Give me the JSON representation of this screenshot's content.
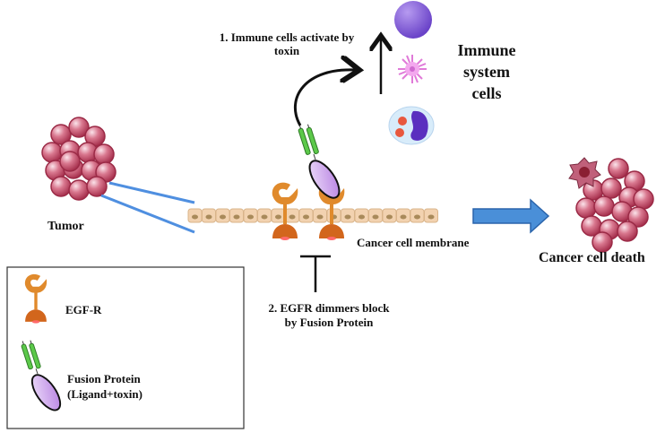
{
  "labels": {
    "step1_line1": "1. Immune cells activate by",
    "step1_line2": "toxin",
    "immune_line1": "Immune",
    "immune_line2": "system",
    "immune_line3": "cells",
    "tumor": "Tumor",
    "membrane": "Cancer cell membrane",
    "death": "Cancer cell death",
    "step2_line1": "2. EGFR dimmers block",
    "step2_line2": "by Fusion Protein"
  },
  "legend": {
    "items": [
      {
        "icon": "egfr-receptor-icon",
        "label": "EGF-R"
      },
      {
        "icon": "fusion-protein-icon",
        "label_line1": "Fusion Protein",
        "label_line2": "(Ligand+toxin)"
      }
    ]
  },
  "colors": {
    "tumor_cell": "#c0506a",
    "tumor_highlight": "#f4d0da",
    "receptor": "#e08a2c",
    "ligand_green": "#5cc94a",
    "toxin_purple": "#c79ae6",
    "arrow_blue": "#4a8fd8",
    "connector_blue": "#4f8fe0",
    "membrane_cell": "#f2d2b0"
  }
}
